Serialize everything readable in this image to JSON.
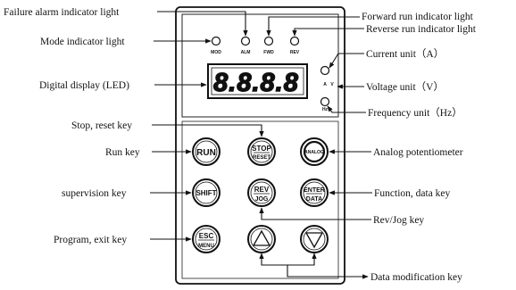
{
  "indicators": {
    "mod": "MOD",
    "alm": "ALM",
    "fwd": "FWD",
    "rev": "REV",
    "a": "A",
    "v": "V",
    "hz": "Hz"
  },
  "display": {
    "text": "8.8.8.8"
  },
  "keys": {
    "run": "RUN",
    "stop_top": "STOP",
    "stop_bottom": "RESET",
    "pot": "ANALOG",
    "shift": "SHIFT",
    "rev_top": "REV",
    "rev_bottom": "JOG",
    "enter_top": "ENTER",
    "enter_bottom": "DATA",
    "esc_top": "ESC",
    "esc_bottom": "MENU"
  },
  "labels": {
    "failure_alarm": "Failure alarm indicator light",
    "mode_indicator": "Mode indicator light",
    "digital_display": "Digital display (LED)",
    "stop_reset": "Stop, reset key",
    "run_key": "Run key",
    "supervision_key": "supervision key",
    "program_exit": "Program, exit key",
    "forward_run": "Forward run indicator light",
    "reverse_run": "Reverse run indicator light",
    "current_unit": "Current unit（A）",
    "voltage_unit": "Voltage unit（V）",
    "frequency_unit": "Frequency unit（Hz）",
    "analog_pot": "Analog potentiometer",
    "function_data": "Function, data key",
    "rev_jog": "Rev/Jog key",
    "data_mod": "Data modification key"
  }
}
